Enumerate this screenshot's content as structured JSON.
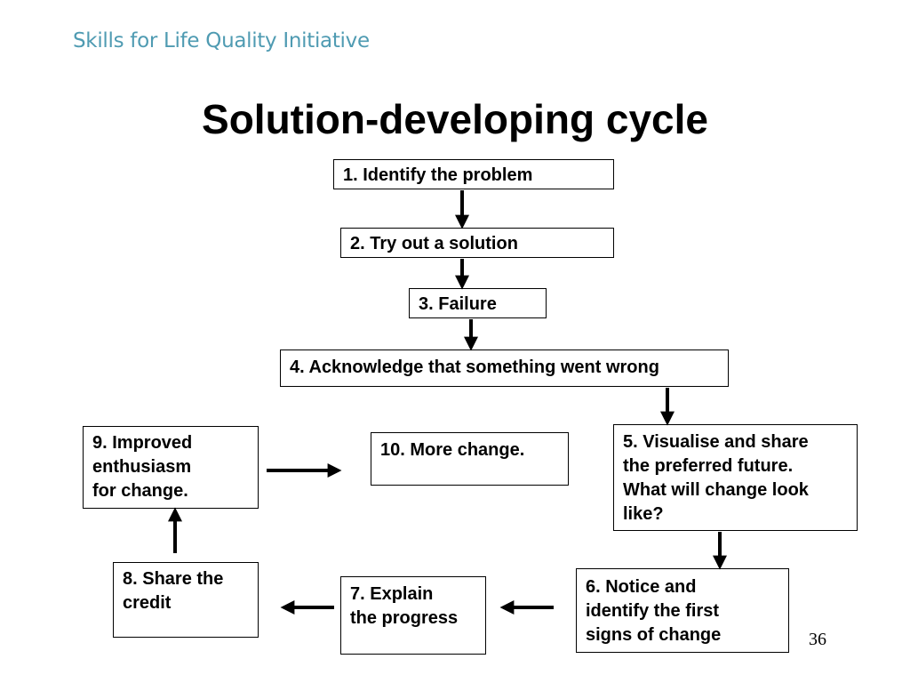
{
  "header": {
    "brand": "Skills for Life Quality Initiative"
  },
  "slide": {
    "title": "Solution-developing cycle",
    "page_number": "36"
  },
  "steps": [
    {
      "label": "1.  Identify the problem"
    },
    {
      "label": "2.  Try out a solution"
    },
    {
      "label": "3.  Failure"
    },
    {
      "label": "4. Acknowledge that something went wrong"
    },
    {
      "label": "5. Visualise and share\nthe  preferred future.\nWhat will change look\nlike?"
    },
    {
      "label": "6. Notice and\nidentify the first\nsigns of change"
    },
    {
      "label": "7. Explain\nthe progress"
    },
    {
      "label": "8. Share the\ncredit"
    },
    {
      "label": "9. Improved\nenthusiasm\nfor change."
    },
    {
      "label": "10. More change."
    }
  ],
  "arrow_color": "#000000"
}
